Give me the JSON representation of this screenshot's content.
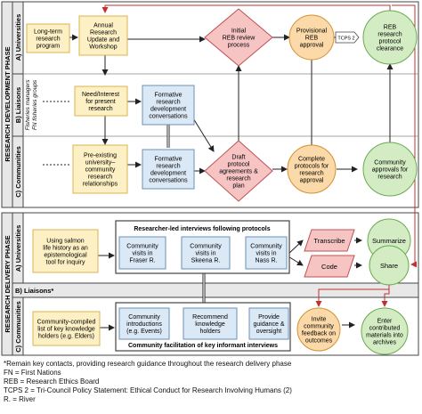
{
  "phase_dev": {
    "title": "RESEARCH DEVELOPMENT PHASE",
    "lane_a": "A) Universities",
    "lane_b": "B) Liaisons",
    "lane_c": "C) Communities",
    "side_note_1": "Fisheries managers",
    "side_note_2": "FN fisheries groups",
    "lt_program": [
      "Long-term",
      "research",
      "program"
    ],
    "annual_update": [
      "Annual",
      "Research",
      "Update and",
      "Workshop"
    ],
    "initial_reb": [
      "Initial",
      "REB review",
      "process"
    ],
    "provisional_reb": [
      "Provisional",
      "REB",
      "approval"
    ],
    "tcps_label": "TCPS 2",
    "reb_clearance": [
      "REB",
      "research",
      "protocol",
      "clearance"
    ],
    "need_interest": [
      "Need/Interest",
      "for present",
      "research"
    ],
    "formative_b": [
      "Formative",
      "research",
      "development",
      "conversations"
    ],
    "draft_protocol": [
      "Draft",
      "protocol",
      "agreements &",
      "research",
      "plan"
    ],
    "complete_protocols": [
      "Complete",
      "protocols for",
      "research",
      "approval"
    ],
    "community_approvals": [
      "Community",
      "approvals for",
      "research"
    ],
    "preexisting": [
      "Pre-existing",
      "university–",
      "community",
      "research",
      "relationships"
    ],
    "formative_c": [
      "Formative",
      "research",
      "development",
      "conversations"
    ]
  },
  "phase_del": {
    "title": "RESEARCH DELIVERY PHASE",
    "lane_a": "A) Universities",
    "lane_b": "B) Liaisons*",
    "lane_c": "C) Communities",
    "researcher_led_title": "Researcher-led interviews following protocols",
    "salmon": [
      "Using salmon",
      "life history as an",
      "epistemological",
      "tool for inquiry"
    ],
    "visit_fraser": [
      "Community",
      "visits in",
      "Fraser R."
    ],
    "visit_skeena": [
      "Community",
      "visits in",
      "Skeena R."
    ],
    "visit_nass": [
      "Community",
      "visits in",
      "Nass R."
    ],
    "transcribe": "Transcribe",
    "code": "Code",
    "summarize": "Summarize",
    "share": "Share",
    "facilitation_title": "Community facilitation of key informant interviews",
    "compiled_list": [
      "Community-compiled",
      "list of key knowledge",
      "holders (e.g. Elders)"
    ],
    "introductions": [
      "Community",
      "introductions",
      "(e.g. Events)"
    ],
    "recommend": [
      "Recommend",
      "knowledge",
      "holders"
    ],
    "guidance": [
      "Provide",
      "guidance &",
      "oversight"
    ],
    "invite_feedback": [
      "Invite",
      "community",
      "feedback on",
      "outcomes"
    ],
    "enter_archives": [
      "Enter",
      "contributed",
      "materials into",
      "archives"
    ]
  },
  "footnotes": [
    "*Remain key contacts, providing research guidance throughout the research delivery phase",
    "FN = First Nations",
    "REB = Research Ethics Board",
    "TCPS 2 = Tri-Council Policy Statement: Ethical Conduct for Research Involving Humans (2)",
    "R. = River"
  ],
  "colors": {
    "yellow_fill": "#fdf0c4",
    "yellow_stroke": "#d8b450",
    "blue_fill": "#dbe8f5",
    "blue_stroke": "#6b8fb8",
    "red_fill": "#f7c4c4",
    "red_stroke": "#c05050",
    "orange_fill": "#fbd9a8",
    "orange_stroke": "#d49030",
    "green_fill": "#d4ecc4",
    "green_stroke": "#6aaa50",
    "lane_fill": "#e8e8e8",
    "feedback_arrow": "#c03030"
  }
}
